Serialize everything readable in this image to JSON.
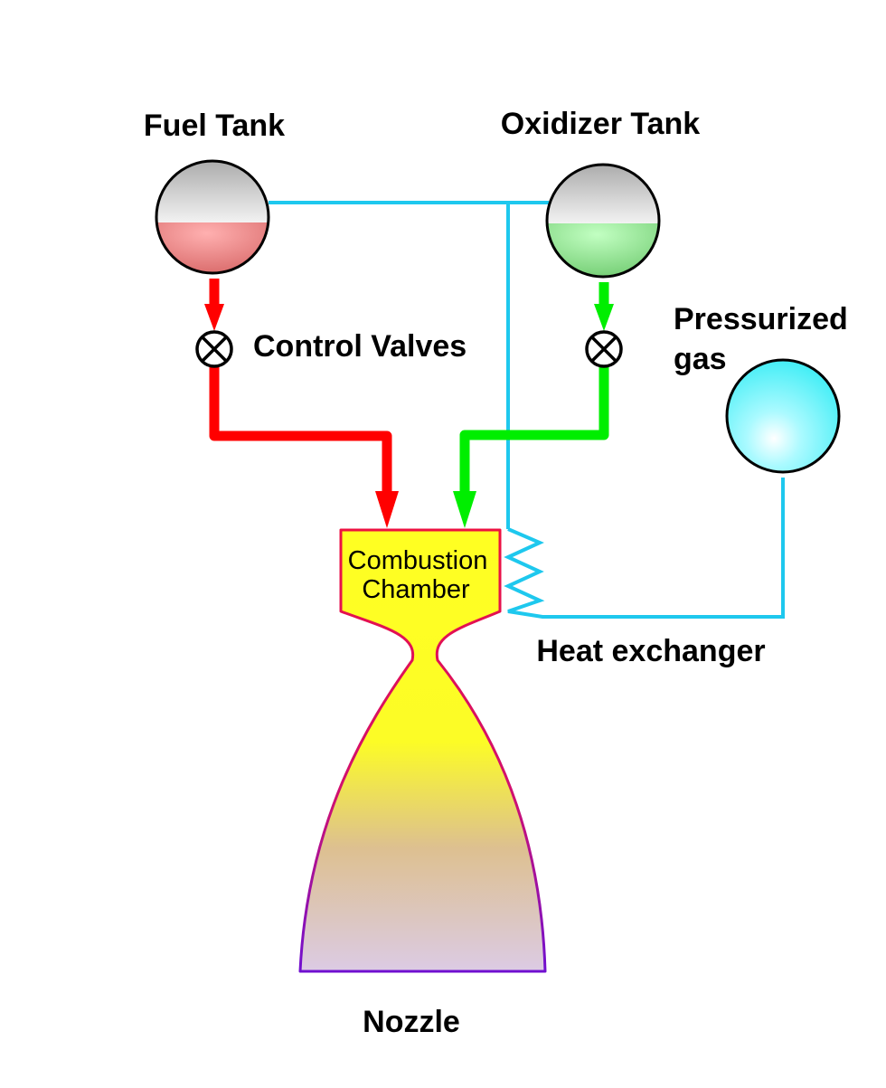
{
  "labels": {
    "fuel_tank": "Fuel Tank",
    "oxidizer_tank": "Oxidizer Tank",
    "control_valves": "Control Valves",
    "pressurized_gas_line1": "Pressurized",
    "pressurized_gas_line2": "gas",
    "combustion_line1": "Combustion",
    "combustion_line2": "Chamber",
    "heat_exchanger": "Heat exchanger",
    "nozzle": "Nozzle"
  },
  "colors": {
    "fuel_line": "#ff0000",
    "oxidizer_line": "#00ee00",
    "gas_line": "#1ec8ee",
    "chamber_fill": "#ffff00",
    "chamber_stroke": "#e8104a",
    "nozzle_bottom_fill": "#dccbe4",
    "nozzle_bottom_stroke": "#7a10c8",
    "fuel_liquid": "#e8747a",
    "oxidizer_liquid": "#8ee08e",
    "gas_sphere": "#66f4f8"
  },
  "icons": {
    "valve": "valve-x-icon"
  }
}
